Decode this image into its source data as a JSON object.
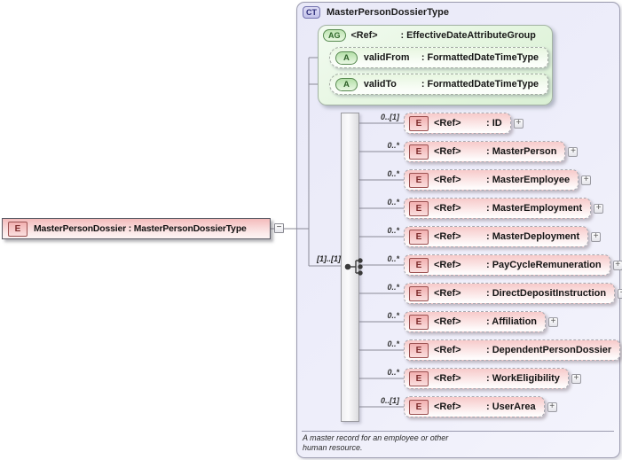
{
  "badges": {
    "complex_type": "CT",
    "attribute_group": "AG",
    "attribute": "A",
    "element": "E"
  },
  "icons": {
    "expand": "+",
    "collapse": "−",
    "sequence": "sequence-compositor"
  },
  "colors": {
    "element_pink": "#f7caca",
    "attribute_green": "#e7f6e0",
    "complex_type_lavender": "#e9e9f8",
    "badge_red": "#7c2a2a",
    "badge_green": "#2d5f28",
    "badge_purple": "#2c2c78"
  },
  "main_element": {
    "label": "MasterPersonDossier : MasterPersonDossierType"
  },
  "complex_type": {
    "title": "MasterPersonDossierType",
    "attribute_group": {
      "ref": "<Ref>",
      "type_label": ": EffectiveDateAttributeGroup",
      "attributes": [
        {
          "name": "validFrom",
          "type_label": ": FormattedDateTimeType"
        },
        {
          "name": "validTo",
          "type_label": ": FormattedDateTimeType"
        }
      ]
    },
    "sequence_cardinality": "[1]..[1]",
    "elements": [
      {
        "cardinality": "0..[1]",
        "ref": "<Ref>",
        "type_label": ": ID"
      },
      {
        "cardinality": "0..*",
        "ref": "<Ref>",
        "type_label": ": MasterPerson"
      },
      {
        "cardinality": "0..*",
        "ref": "<Ref>",
        "type_label": ": MasterEmployee"
      },
      {
        "cardinality": "0..*",
        "ref": "<Ref>",
        "type_label": ": MasterEmployment"
      },
      {
        "cardinality": "0..*",
        "ref": "<Ref>",
        "type_label": ": MasterDeployment"
      },
      {
        "cardinality": "0..*",
        "ref": "<Ref>",
        "type_label": ": PayCycleRemuneration"
      },
      {
        "cardinality": "0..*",
        "ref": "<Ref>",
        "type_label": ": DirectDepositInstruction"
      },
      {
        "cardinality": "0..*",
        "ref": "<Ref>",
        "type_label": ": Affiliation"
      },
      {
        "cardinality": "0..*",
        "ref": "<Ref>",
        "type_label": ": DependentPersonDossier"
      },
      {
        "cardinality": "0..*",
        "ref": "<Ref>",
        "type_label": ": WorkEligibility"
      },
      {
        "cardinality": "0..[1]",
        "ref": "<Ref>",
        "type_label": ": UserArea"
      }
    ],
    "annotation": {
      "line1": "A master record for an employee or other",
      "line2": "human resource."
    }
  }
}
